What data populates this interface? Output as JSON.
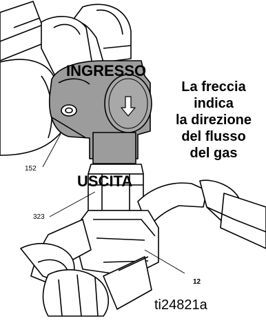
{
  "labels": {
    "inlet": "INGRESSO",
    "outlet": "USCITA",
    "flow_note": "La freccia\nindica\nla direzione\ndel flusso\ndel gas"
  },
  "callouts": {
    "ref_152": "152",
    "ref_323": "323",
    "ref_12": "12"
  },
  "figure_id": "ti24821a",
  "colors": {
    "line": "#000000",
    "valve_body": "#9c9c9c",
    "background": "#ffffff"
  }
}
